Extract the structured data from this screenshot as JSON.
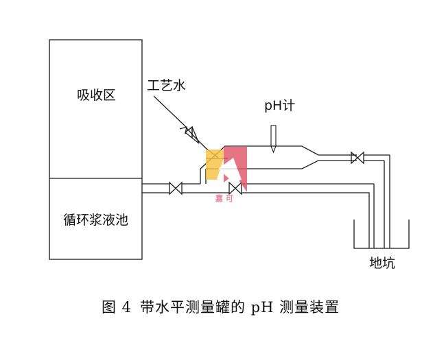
{
  "labels": {
    "absorption_zone": "吸收区",
    "circulating_tank": "循环浆液池",
    "process_water": "工艺水",
    "ph_meter": "pH计",
    "pit": "地坑"
  },
  "caption": {
    "figure_no": "图 4",
    "title": "带水平测量罐的 pH 测量装置"
  },
  "watermark": {
    "text": "嘉 可",
    "colors": {
      "yellow": "#f6c445",
      "red": "#e0566a",
      "text": "#e06b7a"
    }
  },
  "line_color": "#1a1a1a"
}
